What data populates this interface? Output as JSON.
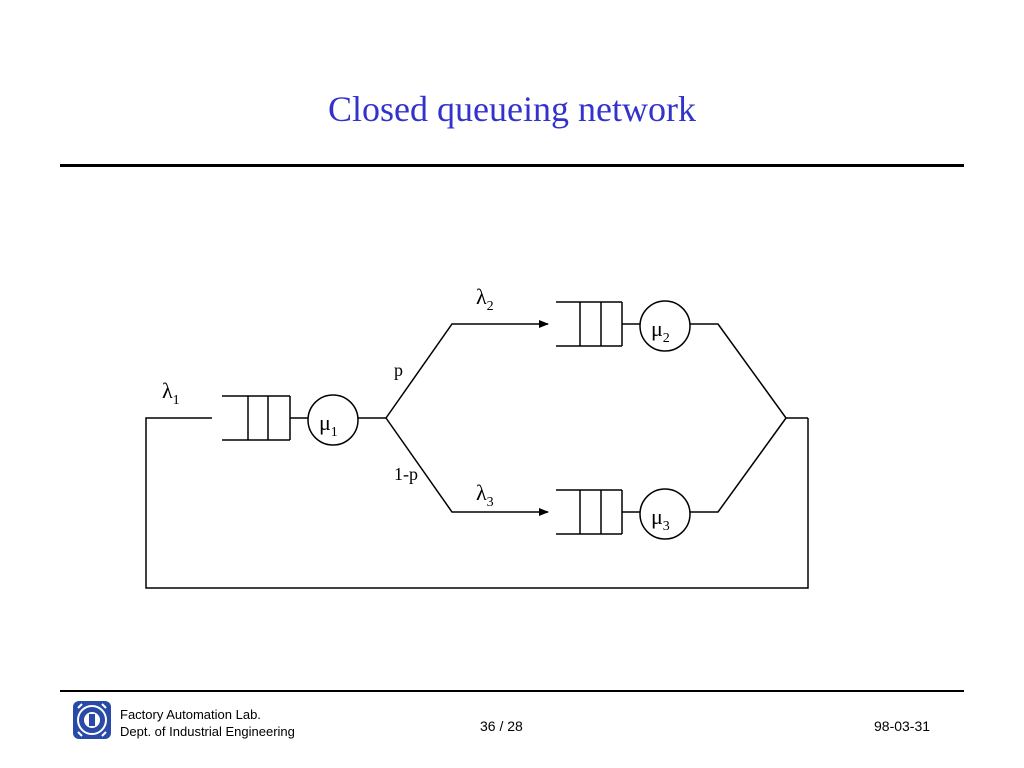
{
  "slide": {
    "title": "Closed queueing network"
  },
  "diagram": {
    "labels": {
      "lambda1": "λ",
      "lambda1_sub": "1",
      "lambda2": "λ",
      "lambda2_sub": "2",
      "lambda3": "λ",
      "lambda3_sub": "3",
      "mu1": "μ",
      "mu1_sub": "1",
      "mu2": "μ",
      "mu2_sub": "2",
      "mu3": "μ",
      "mu3_sub": "3",
      "p": "p",
      "one_minus_p": "1-p"
    }
  },
  "footer": {
    "lab": "Factory Automation Lab.",
    "dept": "Dept. of Industrial Engineering",
    "page": "36 / 28",
    "date": "98-03-31"
  },
  "colors": {
    "title": "#3333cc",
    "logo": "#2a4aa8"
  }
}
